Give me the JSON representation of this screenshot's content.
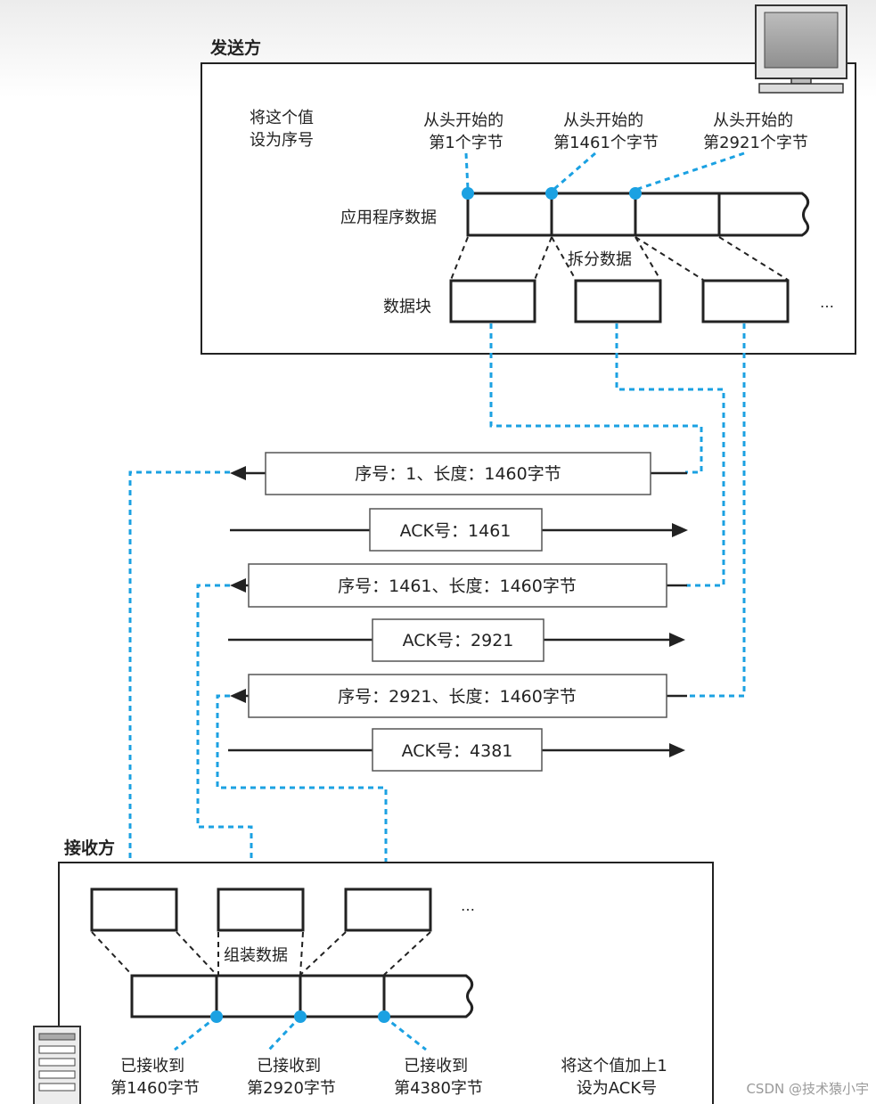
{
  "sender": {
    "title": "发送方",
    "note_lines": [
      "将这个值",
      "设为序号"
    ],
    "byte_labels": [
      [
        "从头开始的",
        "第1个字节"
      ],
      [
        "从头开始的",
        "第1461个字节"
      ],
      [
        "从头开始的",
        "第2921个字节"
      ]
    ],
    "app_data_label": "应用程序数据",
    "split_label": "拆分数据",
    "chunks_label": "数据块",
    "ellipsis": "…"
  },
  "packets": [
    {
      "text": "序号：1、长度：1460字节",
      "direction": "left"
    },
    {
      "text": "ACK号：1461",
      "direction": "right"
    },
    {
      "text": "序号：1461、长度：1460字节",
      "direction": "left"
    },
    {
      "text": "ACK号：2921",
      "direction": "right"
    },
    {
      "text": "序号：2921、长度：1460字节",
      "direction": "left"
    },
    {
      "text": "ACK号：4381",
      "direction": "right"
    }
  ],
  "receiver": {
    "title": "接收方",
    "assemble_label": "组装数据",
    "ellipsis": "…",
    "received_labels": [
      [
        "已接收到",
        "第1460字节"
      ],
      [
        "已接收到",
        "第2920字节"
      ],
      [
        "已接收到",
        "第4380字节"
      ]
    ],
    "note_lines": [
      "将这个值加上1",
      "设为ACK号"
    ]
  },
  "watermark": "CSDN @技术猿小宇",
  "colors": {
    "accent_blue": "#1ba1e2",
    "line": "#222222"
  },
  "icons": {
    "sender": "computer-monitor-icon",
    "receiver": "server-tower-icon"
  }
}
